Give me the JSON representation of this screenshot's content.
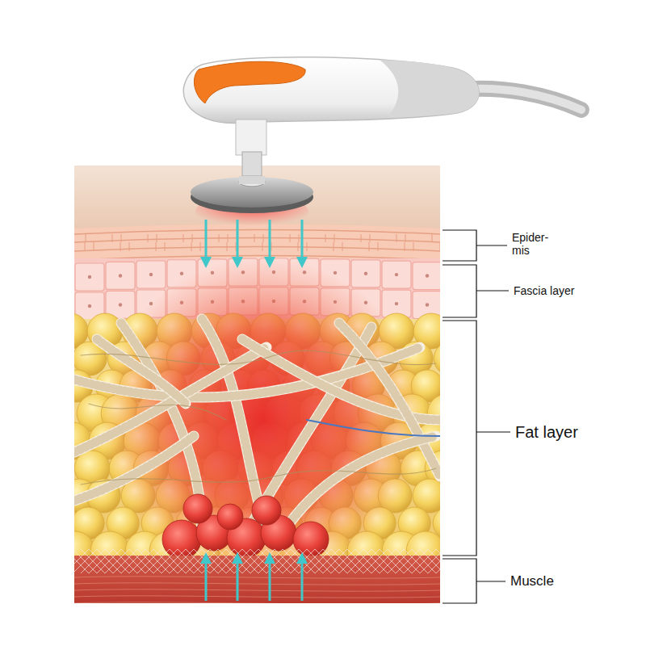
{
  "diagram": {
    "labels": [
      "Epider- mis",
      "Fascia layer",
      "Fat layer",
      "Muscle"
    ]
  }
}
